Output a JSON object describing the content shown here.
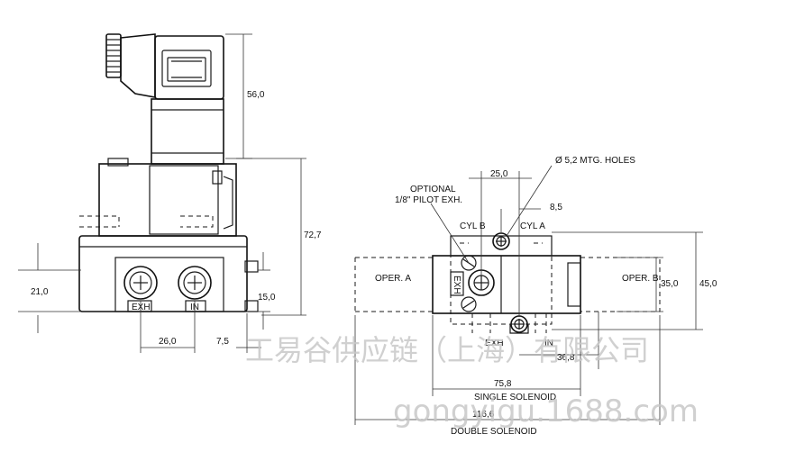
{
  "left_view": {
    "dims": {
      "height_top": "56,0",
      "height_body": "72,7",
      "left_height": "21,0",
      "right_height": "15,0",
      "port_spacing": "26,0",
      "right_offset": "7,5"
    },
    "port_labels": {
      "exh": "EXH",
      "in": "IN"
    }
  },
  "right_view": {
    "dims": {
      "hole_spacing": "25,0",
      "hole_offset": "8,5",
      "height_inner": "35,0",
      "height_outer": "45,0",
      "exh_offset": "36,8",
      "length_single": "75,8",
      "length_double": "116,6"
    },
    "labels": {
      "mtg_holes": "Ø 5,2 MTG. HOLES",
      "optional_line1": "OPTIONAL",
      "optional_line2": "1/8\" PILOT EXH.",
      "cyl_b": "CYL B",
      "cyl_a": "CYL A",
      "oper_a": "OPER. A",
      "oper_b": "OPER. B",
      "exh": "EXH",
      "in": "IN",
      "exh_port": "EXH",
      "single_solenoid": "SINGLE SOLENOID",
      "double_solenoid": "DOUBLE SOLENOID"
    }
  },
  "watermark": {
    "company": "工易谷供应链（上海）有限公司",
    "site": "gongyigu.1688.com"
  }
}
